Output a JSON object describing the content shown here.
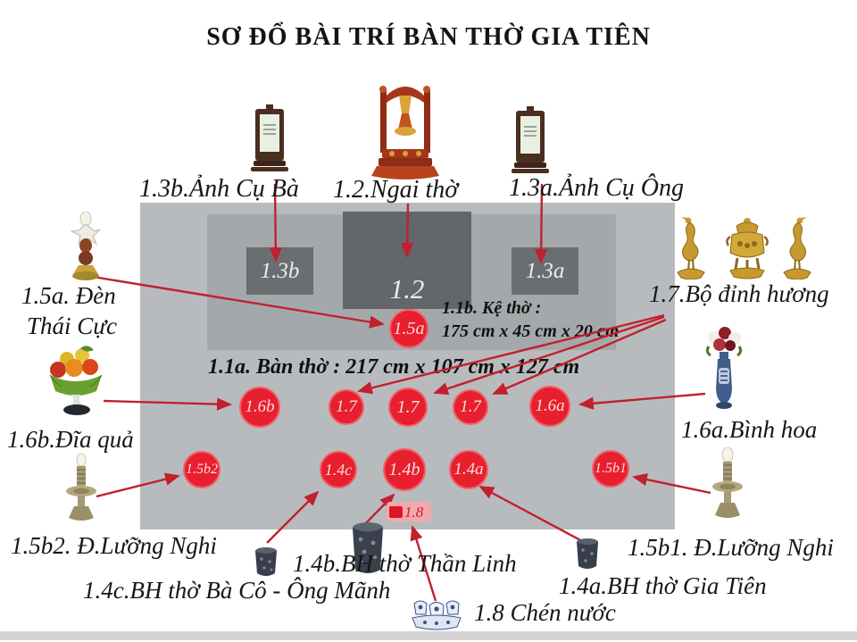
{
  "title": "SƠ ĐỔ BÀI TRÍ BÀN THỜ GIA TIÊN",
  "colors": {
    "accent_red": "#e71f2e",
    "arrow_red": "#c2202f",
    "altar_gray": "#b8bbbd",
    "shelf_gray": "#a5a8aa",
    "box_gray": "#6b6e71"
  },
  "top_row": {
    "photo_grandma_label": "1.3b.Ảnh Cụ Bà",
    "throne_label": "1.2.Ngai thờ",
    "photo_grandpa_label": "1.3a.Ảnh Cụ Ông"
  },
  "altar": {
    "box_13b": "1.3b",
    "box_12": "1.2",
    "box_13a": "1.3a",
    "shelf_title": "1.1b. Kệ thờ :",
    "shelf_dims": "175 cm x 45 cm x 20 cm",
    "table_dims": "1.1a. Bàn thờ : 217 cm x 107 cm x 127 cm",
    "markers": {
      "m15a": "1.5a",
      "m16b": "1.6b",
      "m17_1": "1.7",
      "m17_2": "1.7",
      "m17_3": "1.7",
      "m16a": "1.6a",
      "m15b2": "1.5b2",
      "m14c": "1.4c",
      "m14b": "1.4b",
      "m14a": "1.4a",
      "m15b1": "1.5b1",
      "m18": "1.8"
    }
  },
  "left_labels": {
    "thai_cuc_line1": "1.5a. Đèn",
    "thai_cuc_line2": "Thái Cực",
    "dia_qua": "1.6b.Đĩa quả",
    "luong_nghi_2": "1.5b2. Đ.Lưỡng Nghi"
  },
  "right_labels": {
    "dinh_huong": "1.7.Bộ đỉnh hương",
    "binh_hoa": "1.6a.Bình hoa",
    "luong_nghi_1": "1.5b1. Đ.Lưỡng Nghi"
  },
  "bottom_labels": {
    "bh_than_linh": "1.4b.BH thờ Thần Linh",
    "bh_ba_co": "1.4c.BH thờ Bà Cô - Ông Mãnh",
    "bh_gia_tien": "1.4a.BH thờ  Gia Tiên",
    "chen_nuoc": "1.8 Chén nước"
  }
}
